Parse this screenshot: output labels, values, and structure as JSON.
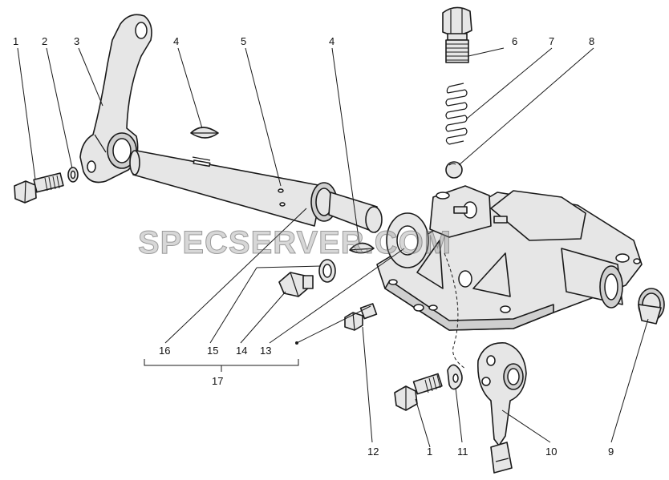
{
  "watermark": "SPECSERVER.COM",
  "callouts": {
    "c1_top": "1",
    "c2": "2",
    "c3": "3",
    "c4_left": "4",
    "c5": "5",
    "c4_right": "4",
    "c6": "6",
    "c7": "7",
    "c8": "8",
    "c16": "16",
    "c15": "15",
    "c14": "14",
    "c13": "13",
    "c17": "17",
    "c12": "12",
    "c1_bottom": "1",
    "c11": "11",
    "c10": "10",
    "c9": "9"
  }
}
